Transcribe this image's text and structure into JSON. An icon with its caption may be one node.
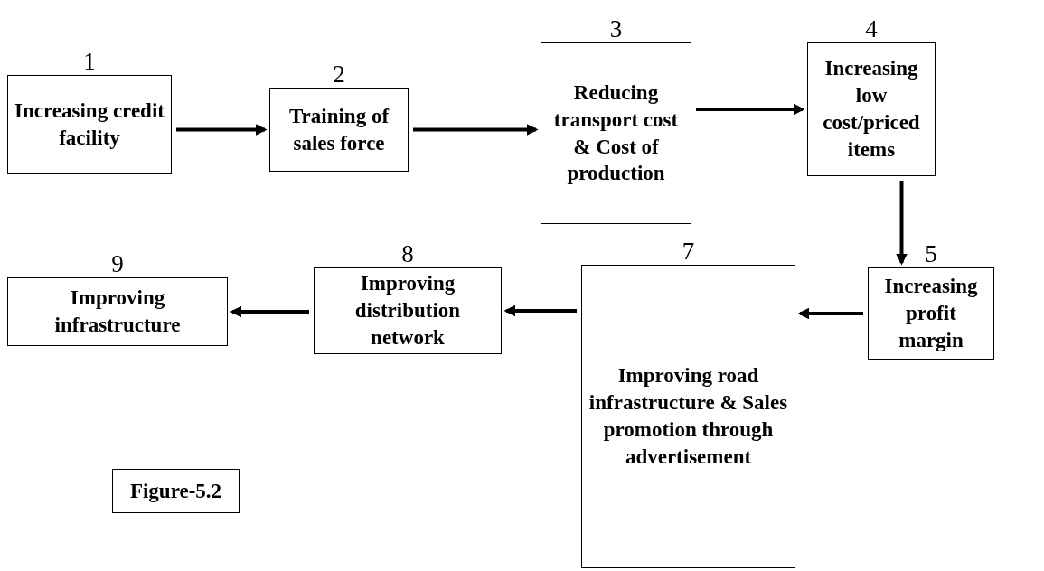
{
  "diagram": {
    "nodes": [
      {
        "text": [
          "Increasing credit facility"
        ],
        "beside": [
          "1"
        ]
      },
      {
        "text": [
          "Training of sales force"
        ],
        "beside": [
          "2"
        ]
      },
      {
        "text": [
          "Reducing transport cost & Cost of production"
        ],
        "beside": [
          "3"
        ]
      },
      {
        "text": [
          "Increasing low cost/priced items"
        ],
        "beside": [
          "4"
        ]
      },
      {
        "text": [
          "Increasing profit margin"
        ],
        "beside": [
          "5"
        ]
      },
      {
        "text": [
          "Improving road infrastructure & Sales promotion through advertisement"
        ],
        "beside": [
          "7"
        ]
      },
      {
        "text": [
          "Improving distribution network"
        ],
        "beside": [
          "8"
        ]
      },
      {
        "text": [
          "Improving infrastructure"
        ],
        "beside": [
          "9"
        ]
      },
      {
        "text": [
          "Figure-5.2"
        ]
      }
    ],
    "edges": [
      {
        "from": 0,
        "to": 1,
        "arrow": "to"
      },
      {
        "from": 1,
        "to": 2,
        "arrow": "to"
      },
      {
        "from": 2,
        "to": 3,
        "arrow": "to"
      },
      {
        "from": 3,
        "to": 4,
        "arrow": "to"
      },
      {
        "from": 4,
        "to": 5,
        "arrow": "to"
      },
      {
        "from": 5,
        "to": 6,
        "arrow": "to"
      },
      {
        "from": 6,
        "to": 7,
        "arrow": "to"
      }
    ]
  }
}
